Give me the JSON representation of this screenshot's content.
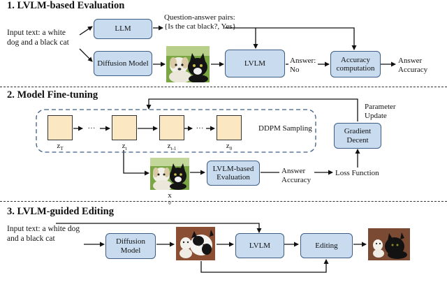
{
  "section1": {
    "title": "1. LVLM-based Evaluation",
    "input_text": "Input text: a white dog and a black cat",
    "llm_label": "LLM",
    "qa_text": "Question-answer pairs: {Is the cat black?, Yes}",
    "diffusion_label": "Diffusion Model",
    "lvlm_label": "LVLM",
    "answer_text": "Answer: No",
    "accuracy_label": "Accuracy computation",
    "output_text": "Answer Accuracy"
  },
  "section2": {
    "title": "2. Model Fine-tuning",
    "ddpm_label": "DDPM Sampling",
    "latents": [
      "z_T",
      "z_t",
      "z_t-1",
      "z_0"
    ],
    "z_T_base": "z",
    "z_T_sub": "T",
    "z_t_base": "z",
    "z_t_sub": "t",
    "z_tm1_base": "z",
    "z_tm1_sub": "t-1",
    "z_0_base": "z",
    "z_0_sub": "0",
    "dots": "···",
    "param_update": "Parameter Update",
    "gradient_label": "Gradient Decent",
    "x_label": "x",
    "x_sub": "0",
    "lvlm_eval_label": "LVLM-based Evaluation",
    "answer_accuracy": "Answer Accuracy",
    "loss_label": "Loss Function"
  },
  "section3": {
    "title": "3.  LVLM-guided Editing",
    "input_text": "Input text: a white dog and a black cat",
    "diffusion_label": "Diffusion Model",
    "lvlm_label": "LVLM",
    "editing_label": "Editing"
  },
  "colors": {
    "box_fill": "#c9dcef",
    "box_border": "#3d5d84",
    "latent_fill": "#fbe8c2",
    "dashed_border": "#3d5d84"
  }
}
